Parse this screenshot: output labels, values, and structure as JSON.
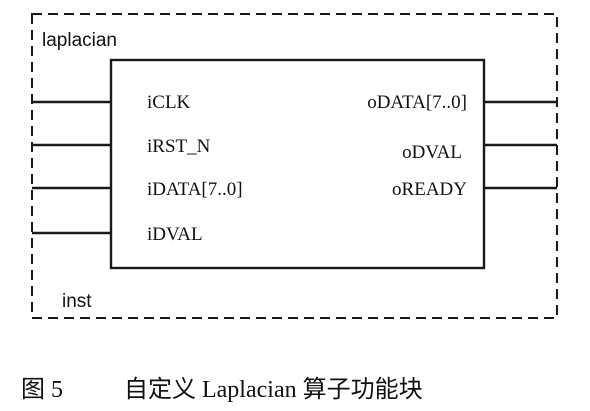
{
  "symbol": {
    "name": "laplacian",
    "instance": "inst",
    "inputs": [
      "iCLK",
      "iRST_N",
      "iDATA[7..0]",
      "iDVAL"
    ],
    "outputs": [
      "oDATA[7..0]",
      "oDVAL",
      "oREADY"
    ]
  },
  "caption": {
    "figure_label": "图 5",
    "text": "自定义 Laplacian 算子功能块"
  }
}
